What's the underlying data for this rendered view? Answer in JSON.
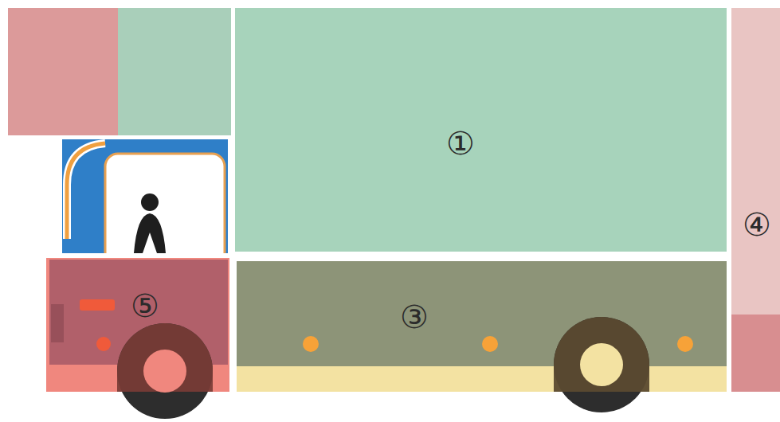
{
  "diagram": {
    "nodes": [
      {
        "text": [
          "①"
        ]
      },
      {
        "text": [
          "④"
        ]
      },
      {
        "text": [
          "⑤"
        ]
      },
      {
        "text": [
          "③"
        ]
      }
    ]
  }
}
